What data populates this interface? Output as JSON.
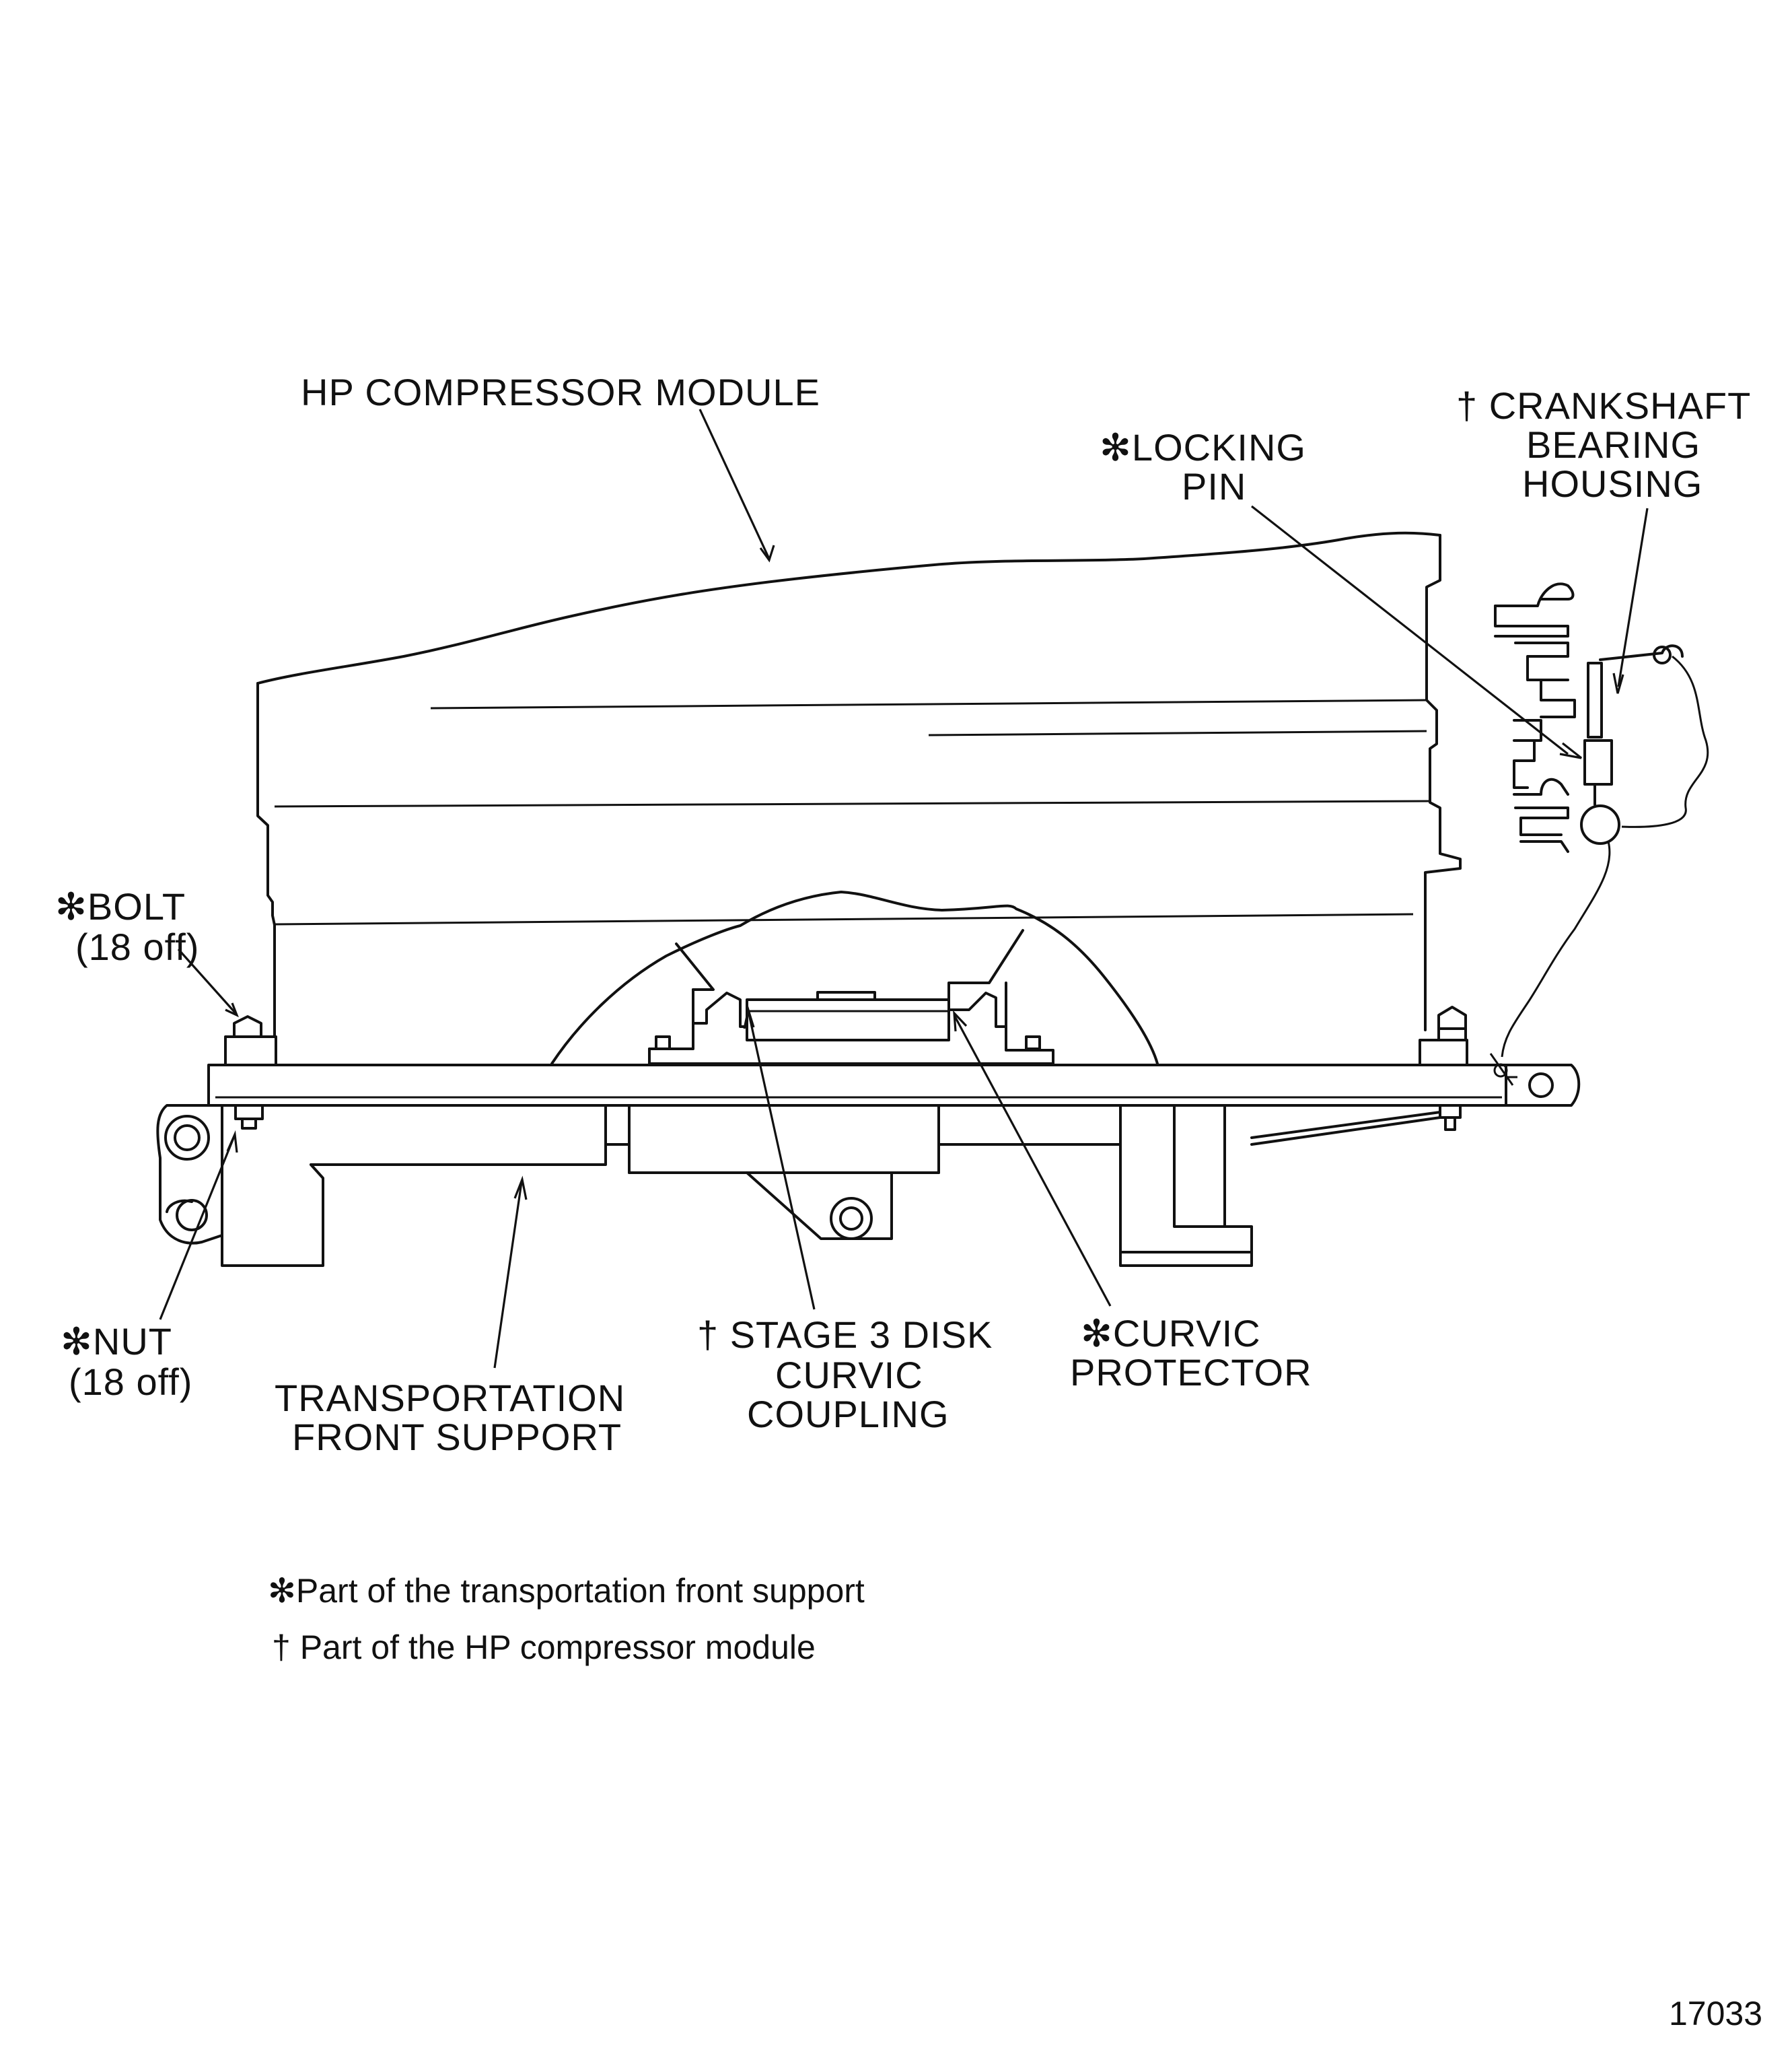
{
  "labels": {
    "hp_compressor_module": "HP COMPRESSOR MODULE",
    "crankshaft_line1": "† CRANKSHAFT",
    "crankshaft_line2": "BEARING",
    "crankshaft_line3": "HOUSING",
    "locking_pin_line1": "✻LOCKING",
    "locking_pin_line2": "PIN",
    "bolt_line1": "✻BOLT",
    "bolt_line2": "(18 off)",
    "nut_line1": "✻NUT",
    "nut_line2": "(18 off)",
    "transport_line1": "TRANSPORTATION",
    "transport_line2": "FRONT SUPPORT",
    "stage3_line1": "† STAGE 3 DISK",
    "stage3_line2": "CURVIC",
    "stage3_line3": "COUPLING",
    "curvic_line1": "✻CURVIC",
    "curvic_line2": "PROTECTOR"
  },
  "legend": {
    "asterisk_note": "✻Part of the transportation front support",
    "dagger_note": "† Part of the HP compressor module"
  },
  "figure_number": "17033"
}
